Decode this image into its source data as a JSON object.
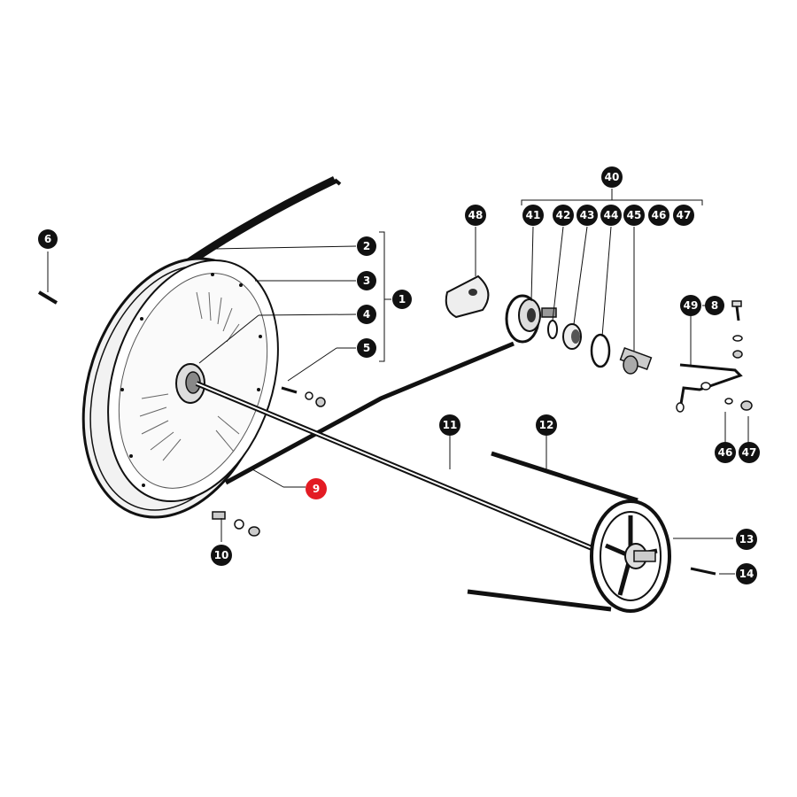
{
  "diagram": {
    "callouts": [
      {
        "id": "c2",
        "label": "2",
        "highlight": false
      },
      {
        "id": "c3",
        "label": "3",
        "highlight": false
      },
      {
        "id": "c4",
        "label": "4",
        "highlight": false
      },
      {
        "id": "c5",
        "label": "5",
        "highlight": false
      },
      {
        "id": "c1",
        "label": "1",
        "highlight": false
      },
      {
        "id": "c6",
        "label": "6",
        "highlight": false
      },
      {
        "id": "c9",
        "label": "9",
        "highlight": true
      },
      {
        "id": "c10",
        "label": "10",
        "highlight": false
      },
      {
        "id": "c11",
        "label": "11",
        "highlight": false
      },
      {
        "id": "c12",
        "label": "12",
        "highlight": false
      },
      {
        "id": "c13",
        "label": "13",
        "highlight": false
      },
      {
        "id": "c14",
        "label": "14",
        "highlight": false
      },
      {
        "id": "c40",
        "label": "40",
        "highlight": false
      },
      {
        "id": "c41",
        "label": "41",
        "highlight": false
      },
      {
        "id": "c42",
        "label": "42",
        "highlight": false
      },
      {
        "id": "c43",
        "label": "43",
        "highlight": false
      },
      {
        "id": "c44",
        "label": "44",
        "highlight": false
      },
      {
        "id": "c45",
        "label": "45",
        "highlight": false
      },
      {
        "id": "c46a",
        "label": "46",
        "highlight": false
      },
      {
        "id": "c47a",
        "label": "47",
        "highlight": false
      },
      {
        "id": "c48",
        "label": "48",
        "highlight": false
      },
      {
        "id": "c49",
        "label": "49",
        "highlight": false
      },
      {
        "id": "c8",
        "label": "8",
        "highlight": false
      },
      {
        "id": "c46b",
        "label": "46",
        "highlight": false
      },
      {
        "id": "c47b",
        "label": "47",
        "highlight": false
      }
    ]
  },
  "colors": {
    "callout": "#111111",
    "highlight": "#e31b23",
    "line": "#111111",
    "background": "#ffffff"
  }
}
